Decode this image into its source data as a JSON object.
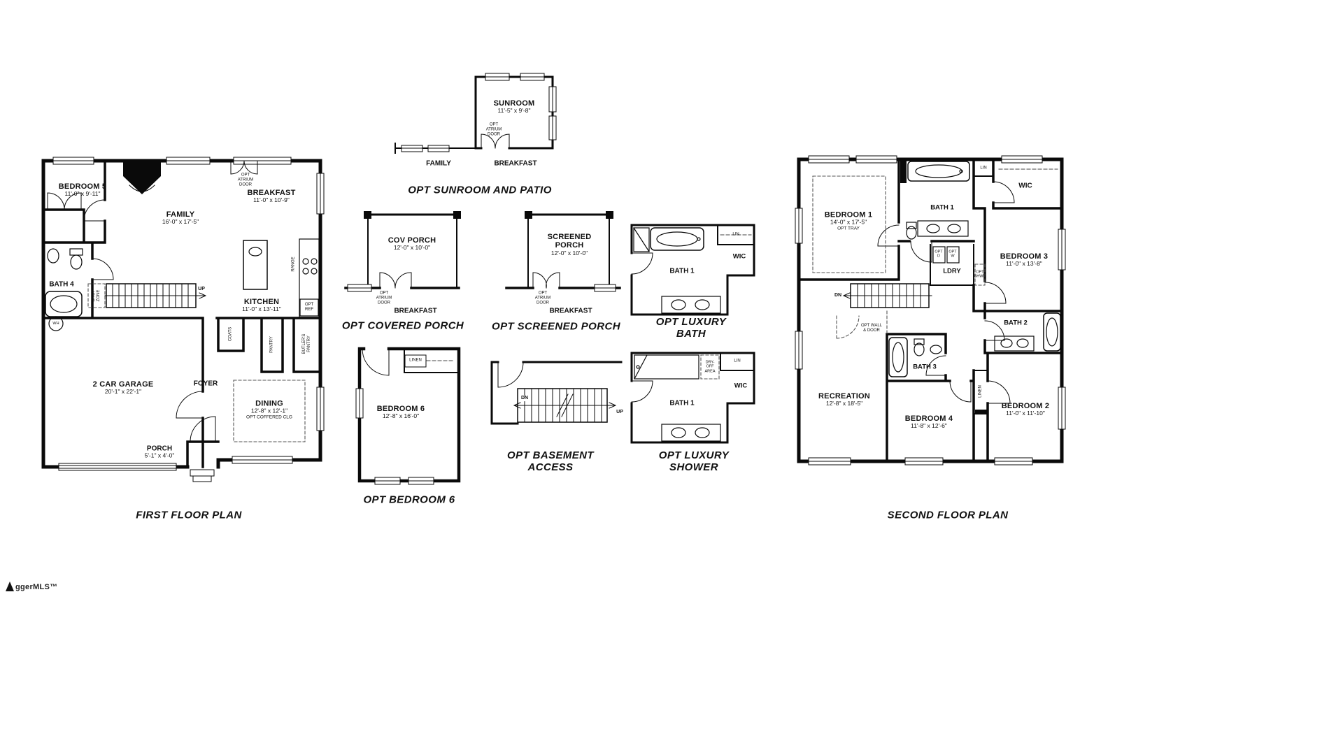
{
  "watermark": {
    "text": "ggerMLS™"
  },
  "first_floor": {
    "caption": "FIRST FLOOR PLAN",
    "bedroom5": {
      "name": "BEDROOM 5",
      "dims": "11'-0\" x 9'-11\""
    },
    "family": {
      "name": "FAMILY",
      "dims": "16'-0\" x 17'-5\""
    },
    "breakfast": {
      "name": "BREAKFAST",
      "dims": "11'-0\" x 10'-9\""
    },
    "kitchen": {
      "name": "KITCHEN",
      "dims": "11'-0\" x 13'-11\""
    },
    "garage": {
      "name": "2 CAR GARAGE",
      "dims": "20'-1\" x 22'-1\""
    },
    "dining": {
      "name": "DINING",
      "dims": "12'-8\" x 12'-1\"",
      "note": "OPT COFFERED CLG"
    },
    "porch": {
      "name": "PORCH",
      "dims": "5'-1\" x 4'-0\""
    },
    "bath4": "BATH 4",
    "foyer": "FOYER",
    "atrium_note": "OPT\nATRIUM\nDOOR",
    "drop_zone": "DROP\nZONE",
    "up": "UP",
    "wh": "WH",
    "range": "RANGE",
    "opt_ref": "OPT\nREF",
    "coats": "COATS",
    "pantry": "PANTRY",
    "butlers_pantry": "BUTLER'S\nPANTRY"
  },
  "sunroom_option": {
    "caption": "OPT SUNROOM AND PATIO",
    "sunroom": {
      "name": "SUNROOM",
      "dims": "11'-5\" x 9'-8\""
    },
    "atrium_note": "OPT\nATRIUM\nDOOR",
    "family": "FAMILY",
    "breakfast": "BREAKFAST"
  },
  "covered_porch_option": {
    "caption": "OPT COVERED PORCH",
    "room": {
      "name": "COV PORCH",
      "dims": "12'-0\" x 10'-0\""
    },
    "atrium_note": "OPT\nATRIUM\nDOOR",
    "breakfast": "BREAKFAST"
  },
  "screened_porch_option": {
    "caption": "OPT SCREENED PORCH",
    "room": {
      "name": "SCREENED\nPORCH",
      "dims": "12'-0\" x 10'-0\""
    },
    "atrium_note": "OPT\nATRIUM\nDOOR",
    "breakfast": "BREAKFAST"
  },
  "luxury_bath_option": {
    "caption": "OPT LUXURY\nBATH",
    "bath": "BATH 1",
    "wic": "WIC",
    "lin": "LIN"
  },
  "bedroom6_option": {
    "caption": "OPT BEDROOM 6",
    "room": {
      "name": "BEDROOM 6",
      "dims": "12'-8\" x 16'-0\""
    },
    "linen": "LINEN"
  },
  "basement_option": {
    "caption": "OPT BASEMENT\nACCESS",
    "dn": "DN",
    "up": "UP"
  },
  "luxury_shower_option": {
    "caption": "OPT LUXURY\nSHOWER",
    "bath": "BATH 1",
    "wic": "WIC",
    "lin": "LIN",
    "dry_off": "DRY-\nOFF\nAREA"
  },
  "second_floor": {
    "caption": "SECOND FLOOR PLAN",
    "bedroom1": {
      "name": "BEDROOM 1",
      "dims": "14'-0\" x 17'-5\"",
      "note": "OPT TRAY"
    },
    "bedroom2": {
      "name": "BEDROOM 2",
      "dims": "11'-0\" x 11'-10\""
    },
    "bedroom3": {
      "name": "BEDROOM 3",
      "dims": "11'-0\" x 13'-8\""
    },
    "bedroom4": {
      "name": "BEDROOM 4",
      "dims": "11'-8\" x 12'-6\""
    },
    "recreation": {
      "name": "RECREATION",
      "dims": "12'-8\" x 18'-5\""
    },
    "bath1": "BATH 1",
    "bath2": "BATH 2",
    "bath3": "BATH 3",
    "wic": "WIC",
    "lin": "LIN",
    "ldry": "LDRY",
    "linen": "LINEN",
    "dn": "DN",
    "opt_d": "OPT\nD",
    "opt_w": "OPT\nW",
    "opt_shwr": "OPT\nSHWR",
    "opt_wall": "OPT WALL\n& DOOR"
  }
}
